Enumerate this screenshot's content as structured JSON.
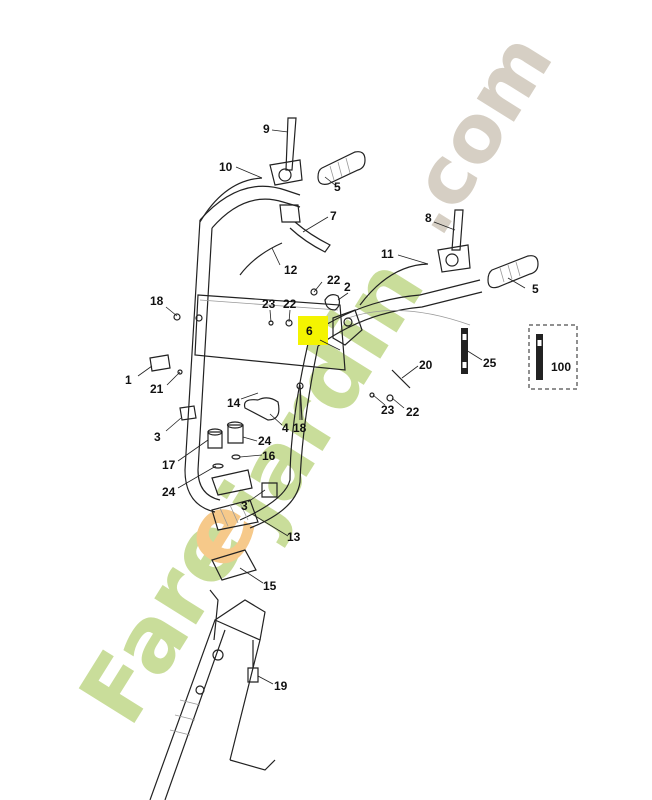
{
  "watermark": {
    "text_main": "Fare",
    "text_accent": "e",
    "text_rest": "jardin",
    "text_com": ".com",
    "color_green": "#c9dd9a",
    "color_orange": "#f6c98a",
    "color_com": "#d6cfc4"
  },
  "highlight": {
    "label": "6",
    "color": "#f4f400"
  },
  "callouts": {
    "c1": "1",
    "c2": "2",
    "c3a": "3",
    "c3b": "3",
    "c4": "4",
    "c5a": "5",
    "c5b": "5",
    "c7": "7",
    "c8": "8",
    "c9": "9",
    "c10": "10",
    "c11": "11",
    "c12": "12",
    "c13": "13",
    "c14": "14",
    "c15": "15",
    "c16": "16",
    "c17": "17",
    "c18a": "18",
    "c18b": "18",
    "c19": "19",
    "c20": "20",
    "c21": "21",
    "c22a": "22",
    "c22b": "22",
    "c22c": "22",
    "c23a": "23",
    "c23b": "23",
    "c24a": "24",
    "c24b": "24",
    "c25": "25",
    "c100": "100"
  }
}
